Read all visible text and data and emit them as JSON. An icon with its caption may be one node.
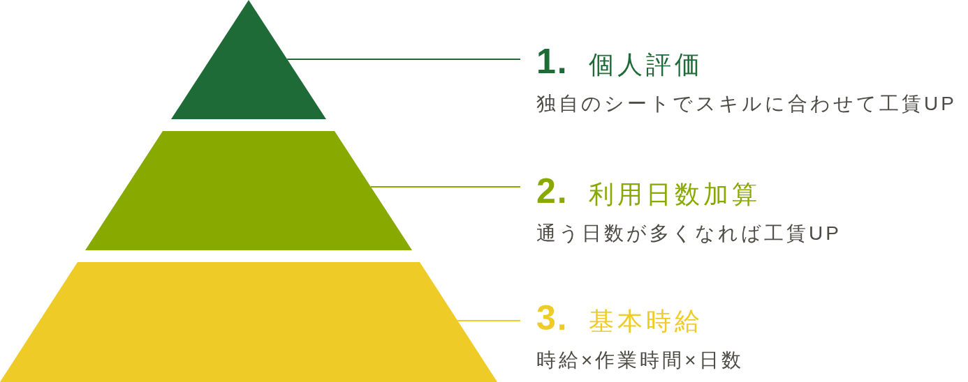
{
  "diagram": {
    "nodes": [
      {
        "text": [],
        "shape": "triangle"
      },
      {
        "text": [],
        "shape": "trapezoid"
      },
      {
        "text": [],
        "shape": "trapezoid"
      },
      {
        "text": [
          "**1.** 個人評価",
          "独自のシートでスキルに合わせて工賃UP"
        ]
      },
      {
        "text": [
          "**2.** 利用日数加算",
          "通う日数が多くなれば工賃UP"
        ]
      },
      {
        "text": [
          "**3.** 基本時給",
          "時給×作業時間×日数"
        ]
      }
    ],
    "edges": [
      {
        "from": 3,
        "to": 0,
        "arrow": "none",
        "color": "#1e6b37"
      },
      {
        "from": 4,
        "to": 1,
        "arrow": "none",
        "color": "#88aa00"
      },
      {
        "from": 5,
        "to": 2,
        "arrow": "none",
        "color": "#eecb27"
      }
    ]
  }
}
